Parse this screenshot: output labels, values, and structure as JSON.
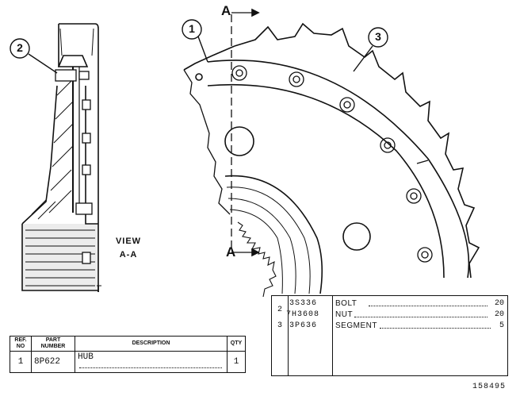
{
  "section": {
    "letter_top": "A",
    "letter_bottom": "A"
  },
  "view_label": {
    "line1": "VIEW",
    "line2": "A-A"
  },
  "callouts": [
    {
      "id": "callout-1",
      "label": "1"
    },
    {
      "id": "callout-2",
      "label": "2"
    },
    {
      "id": "callout-3",
      "label": "3"
    }
  ],
  "left_table": {
    "headers": {
      "ref": "REF. NO",
      "part": "PART NUMBER",
      "description": "DESCRIPTION",
      "qty": "QTY"
    },
    "rows": [
      {
        "ref": "1",
        "part": "8P622",
        "description": "HUB",
        "qty": "1"
      }
    ]
  },
  "right_table": {
    "rows": [
      {
        "ref": "2",
        "part": "3S336",
        "description": "BOLT",
        "qty": "20"
      },
      {
        "ref": "",
        "part": "7H3608",
        "description": "NUT",
        "qty": "20"
      },
      {
        "ref": "3",
        "part": "3P636",
        "description": "SEGMENT",
        "qty": "5"
      }
    ]
  },
  "figure_number": "158495"
}
